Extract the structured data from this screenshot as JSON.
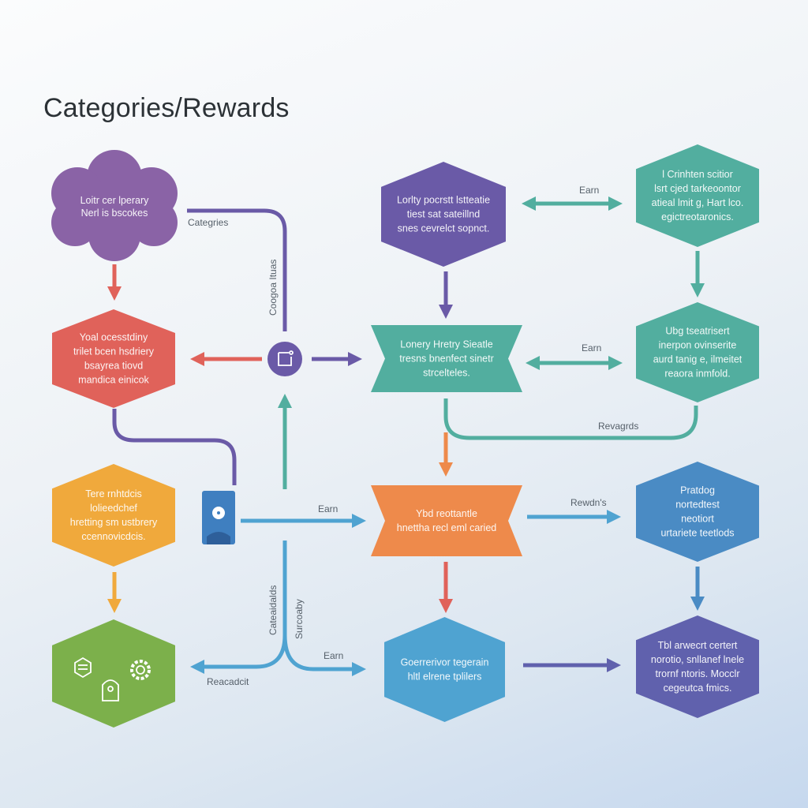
{
  "title": "Categories/Rewards",
  "colors": {
    "purple": "#8a63a6",
    "red": "#e0625a",
    "orange": "#f0a93c",
    "green": "#7cb04b",
    "violet": "#6a5aa7",
    "teal": "#52ae9f",
    "orange2": "#ee8a4b",
    "blue": "#4fa3d1",
    "blue2": "#4a8bc4",
    "indigo": "#6061ad"
  },
  "nodes": {
    "cloud": [
      "Loitr cer lperary",
      "Nerl is bscokes"
    ],
    "red_hex": [
      "Yoal ocesstdiny",
      "trilet bcen hsdriery",
      "bsayrea tiovd",
      "mandica einicok"
    ],
    "orange_hex": [
      "Tere rnhtdcis",
      "lolieedchef",
      "hretting sm ustbrery",
      "ccennovicdcis."
    ],
    "violet_hex": [
      "Lorlty pocrstt lstteatie",
      "tiest sat sateillnd",
      "snes cevrelct sopnct."
    ],
    "teal_bowtie": [
      "Lonery Hretry Sieatle",
      "tresns bnenfect sinetr",
      "strcelteles."
    ],
    "orange_bowtie": [
      "Ybd reottantle",
      "hnettha recl eml caried"
    ],
    "blue_hex": [
      "Goerrerivor tegerain",
      "hltl elrene tplilers"
    ],
    "teal_hex_1": [
      "l Crinhten scitior",
      "lsrt cjed tarkeoontor",
      "atieal lmit g, Hart lco.",
      "egictreotaronics."
    ],
    "teal_hex_2": [
      "Ubg tseatrisert",
      "inerpon ovinserite",
      "aurd tanig e, ilmeitet",
      "reaora inmfold."
    ],
    "blue_hex_2": [
      "Pratdog",
      "nortedtest",
      "neotiort",
      "urtariete teetlods"
    ],
    "indigo_hex": [
      "Tbl arwecrt certert",
      "norotio, snllanef lnele",
      "trornf ntoris. Mocclr",
      "cegeutca fmics."
    ]
  },
  "labels": {
    "categories_top": "Categries",
    "categories_vertical": "Coogoa Ituas",
    "earn_1": "Earn",
    "earn_2": "Earn",
    "rewards_loop": "Revagrds",
    "earn_phone": "Earn",
    "rewards_right": "Rewdn's",
    "categories_vertical_2": "Cateaidalds",
    "sur_vertical": "Surcoaby",
    "earn_fork": "Earn",
    "rewards_fork": "Reacadcit"
  }
}
